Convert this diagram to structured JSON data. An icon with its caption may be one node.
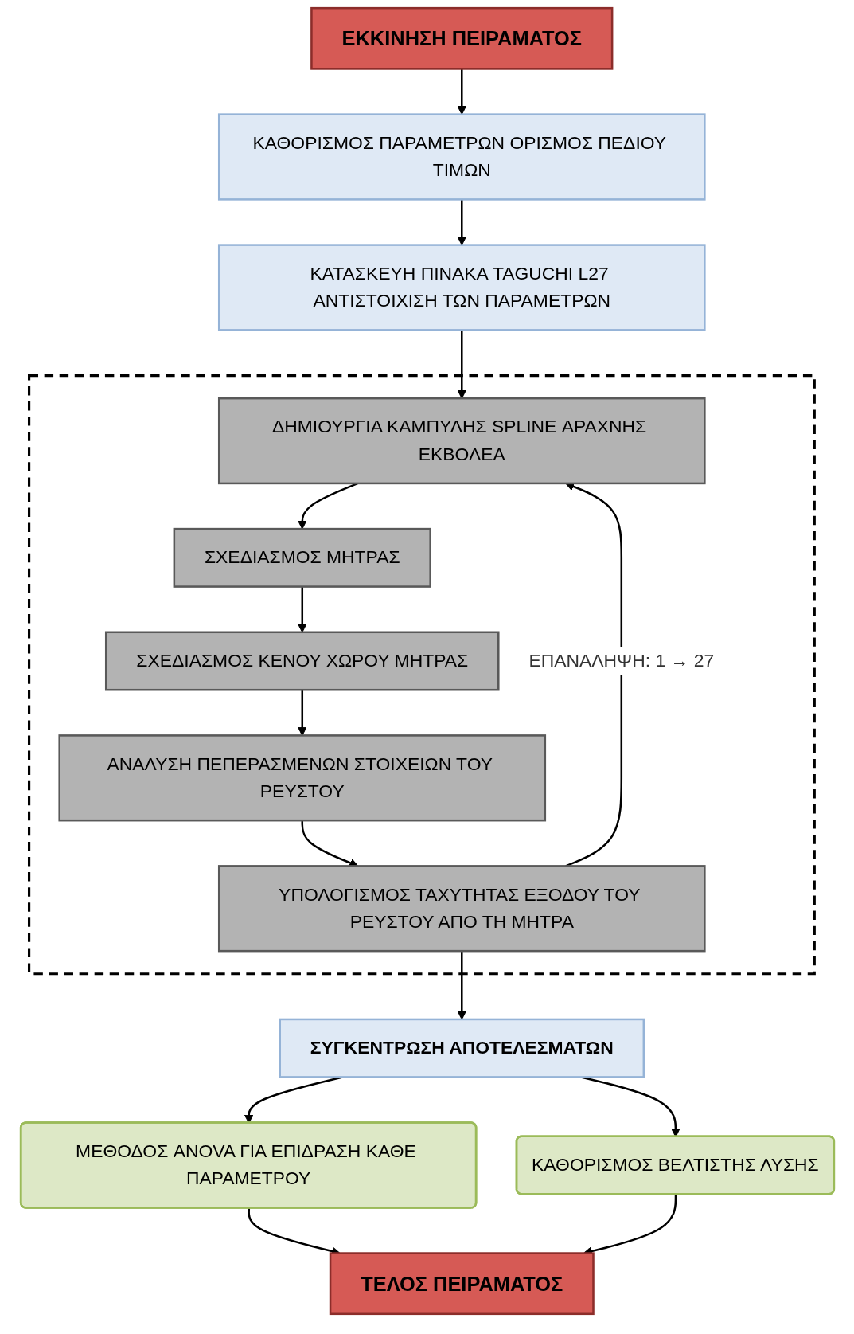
{
  "diagram": {
    "nodes": [
      {
        "text": [
          "ΕΚΚΙΝΗΣΗ ΠΕΙΡΑΜΑΤΟΣ"
        ]
      },
      {
        "text": [
          "ΚΑΘΟΡΙΣΜΟΣ ΠΑΡΑΜΕΤΡΩΝ ΟΡΙΣΜΟΣ ΠΕΔΙΟΥ ΤΙΜΩΝ"
        ]
      },
      {
        "text": [
          "ΚΑΤΑΣΚΕΥΗ ΠΙΝΑΚΑ TAGUCHI L27 ΑΝΤΙΣΤΟΙΧΙΣΗ ΤΩΝ ΠΑΡΑΜΕΤΡΩΝ"
        ]
      },
      {
        "text": [],
        "shape": "box"
      },
      {
        "text": [
          "ΔΗΜΙΟΥΡΓΙΑ ΚΑΜΠΥΛΗΣ SPLINE ΑΡΑΧΝΗΣ ΕΚΒΟΛΕΑ"
        ],
        "in": 3
      },
      {
        "text": [
          "ΣΧΕΔΙΑΣΜΟΣ ΜΗΤΡΑΣ"
        ],
        "in": 3
      },
      {
        "text": [
          "ΣΧΕΔΙΑΣΜΟΣ ΚΕΝΟΥ ΧΩΡΟΥ ΜΗΤΡΑΣ"
        ],
        "in": 3
      },
      {
        "text": [
          "ΑΝΑΛΥΣΗ ΠΕΠΕΡΑΣΜΕΝΩΝ ΣΤΟΙΧΕΙΩΝ ΤΟΥ ΡΕΥΣΤΟΥ"
        ],
        "in": 3
      },
      {
        "text": [
          "ΥΠΟΛΟΓΙΣΜΟΣ ΤΑΧΥΤΗΤΑΣ ΕΞΟΔΟΥ ΤΟΥ ΡΕΥΣΤΟΥ ΑΠΟ ΤΗ ΜΗΤΡΑ"
        ],
        "in": 3
      },
      {
        "text": [
          "ΣΥΓΚΕΝΤΡΩΣΗ ΑΠΟΤΕΛΕΣΜΑΤΩΝ"
        ]
      },
      {
        "text": [
          "ΜΕΘΟΔΟΣ ANOVA ΓΙΑ ΕΠΙΔΡΑΣΗ ΚΑΘΕ ΠΑΡΑΜΕΤΡΟΥ"
        ]
      },
      {
        "text": [
          "ΚΑΘΟΡΙΣΜΟΣ ΒΕΛΤΙΣΤΗΣ ΛΥΣΗΣ"
        ]
      },
      {
        "text": [
          "ΤΕΛΟΣ ΠΕΙΡΑΜΑΤΟΣ"
        ]
      }
    ],
    "edges": [
      {
        "from": 0,
        "to": 1,
        "arrow": "to"
      },
      {
        "from": 1,
        "to": 2,
        "arrow": "to"
      },
      {
        "from": 2,
        "to": 4,
        "arrow": "to"
      },
      {
        "from": 4,
        "to": 5,
        "arrow": "to"
      },
      {
        "from": 5,
        "to": 6,
        "arrow": "to"
      },
      {
        "from": 6,
        "to": 7,
        "arrow": "to"
      },
      {
        "from": 7,
        "to": 8,
        "arrow": "to"
      },
      {
        "from": 8,
        "to": 4,
        "arrow": "to",
        "label": "ΕΠΑΝΑΛΗΨΗ: 1 → 27"
      },
      {
        "from": 8,
        "to": 9,
        "arrow": "to"
      },
      {
        "from": 9,
        "to": 10,
        "arrow": "to"
      },
      {
        "from": 9,
        "to": 11,
        "arrow": "to"
      },
      {
        "from": 10,
        "to": 12,
        "arrow": "to"
      },
      {
        "from": 11,
        "to": 12,
        "arrow": "to"
      }
    ]
  }
}
